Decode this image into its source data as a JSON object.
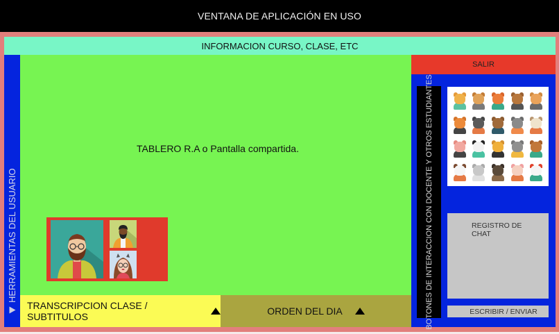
{
  "window": {
    "title": "VENTANA DE APLICACIÓN EN USO"
  },
  "info_bar": {
    "label": "INFORMACION CURSO, CLASE, ETC"
  },
  "sidebar": {
    "label": "HERRAMIENTAS DEL USUARIO",
    "icon": "triangle-expand-icon"
  },
  "board": {
    "label": "TABLERO R.A o Pantalla compartida."
  },
  "video_panel": {
    "participants": [
      {
        "role": "main",
        "description": "bearded man with glasses, yellow jacket"
      },
      {
        "role": "thumbnail",
        "description": "bearded man, orange shirt"
      },
      {
        "role": "thumbnail",
        "description": "girl with glasses and cat-ear headband"
      }
    ]
  },
  "bottom_bar": {
    "transcript_label": "TRANSCRIPCION CLASE / SUBTITULOS",
    "agenda_label": "ORDEN DEL DIA",
    "expand_icon": "triangle-up-icon"
  },
  "right_panel": {
    "exit_label": "SALIR",
    "interaction_label": "BOTONES DE INTERACCION CON DOCENTE Y OTROS ESTUDIANTES",
    "avatars": [
      {
        "name": "cat",
        "head": "#f0b24a",
        "body": "#5cc2a0",
        "ear": "#e59a3a"
      },
      {
        "name": "dog",
        "head": "#e0a35a",
        "body": "#7a7a7a",
        "ear": "#c27b35"
      },
      {
        "name": "fox",
        "head": "#ec7d3a",
        "body": "#3aa98a",
        "ear": "#d9652a"
      },
      {
        "name": "bear",
        "head": "#b8773c",
        "body": "#555555",
        "ear": "#9a6030"
      },
      {
        "name": "giraffe",
        "head": "#eaa35a",
        "body": "#6b6b6b",
        "ear": "#d08a40"
      },
      {
        "name": "tiger",
        "head": "#ec8a3a",
        "body": "#444444",
        "ear": "#d4742a"
      },
      {
        "name": "wolf",
        "head": "#5a5a5a",
        "body": "#e57a45",
        "ear": "#444444"
      },
      {
        "name": "monkey",
        "head": "#a06a3a",
        "body": "#2f5a6a",
        "ear": "#8a5a30"
      },
      {
        "name": "raccoon",
        "head": "#8a8a8a",
        "body": "#f08a4a",
        "ear": "#6a6a6a"
      },
      {
        "name": "goat",
        "head": "#efe3cc",
        "body": "#e57a45",
        "ear": "#b99670"
      },
      {
        "name": "pig",
        "head": "#f2a8a0",
        "body": "#444444",
        "ear": "#e58a80"
      },
      {
        "name": "panda",
        "head": "#f2f2f2",
        "body": "#4ac2a2",
        "ear": "#222222"
      },
      {
        "name": "lion",
        "head": "#f0b03a",
        "body": "#333333",
        "ear": "#d49030"
      },
      {
        "name": "koala",
        "head": "#8f8f8f",
        "body": "#f0b840",
        "ear": "#777777"
      },
      {
        "name": "deer",
        "head": "#c2783a",
        "body": "#3aa98a",
        "ear": "#a8602a"
      },
      {
        "name": "cow",
        "head": "#f5f5f5",
        "body": "#e57a45",
        "ear": "#7a4a30"
      },
      {
        "name": "elephant",
        "head": "#c8c8c8",
        "body": "#e0e0e0",
        "ear": "#aaaaaa"
      },
      {
        "name": "owl",
        "head": "#5a4a3a",
        "body": "#8a6a4a",
        "ear": "#3a3028"
      },
      {
        "name": "rabbit",
        "head": "#f5d0c0",
        "body": "#e57a45",
        "ear": "#f0a0a0"
      },
      {
        "name": "rooster",
        "head": "#f5f5f5",
        "body": "#3aa98a",
        "ear": "#e0402a"
      }
    ],
    "chat_log_label": "REGISTRO DE CHAT",
    "send_label": "ESCRIBIR / ENVIAR"
  },
  "colors": {
    "title_bg": "#000000",
    "frame": "#e27f7c",
    "info_bar": "#78f6c6",
    "sidebar": "#0424de",
    "board": "#77f452",
    "video_panel": "#e03a2c",
    "transcript": "#fbfb55",
    "agenda": "#aaa540",
    "exit": "#e7392a",
    "chat": "#c6c6c6"
  }
}
